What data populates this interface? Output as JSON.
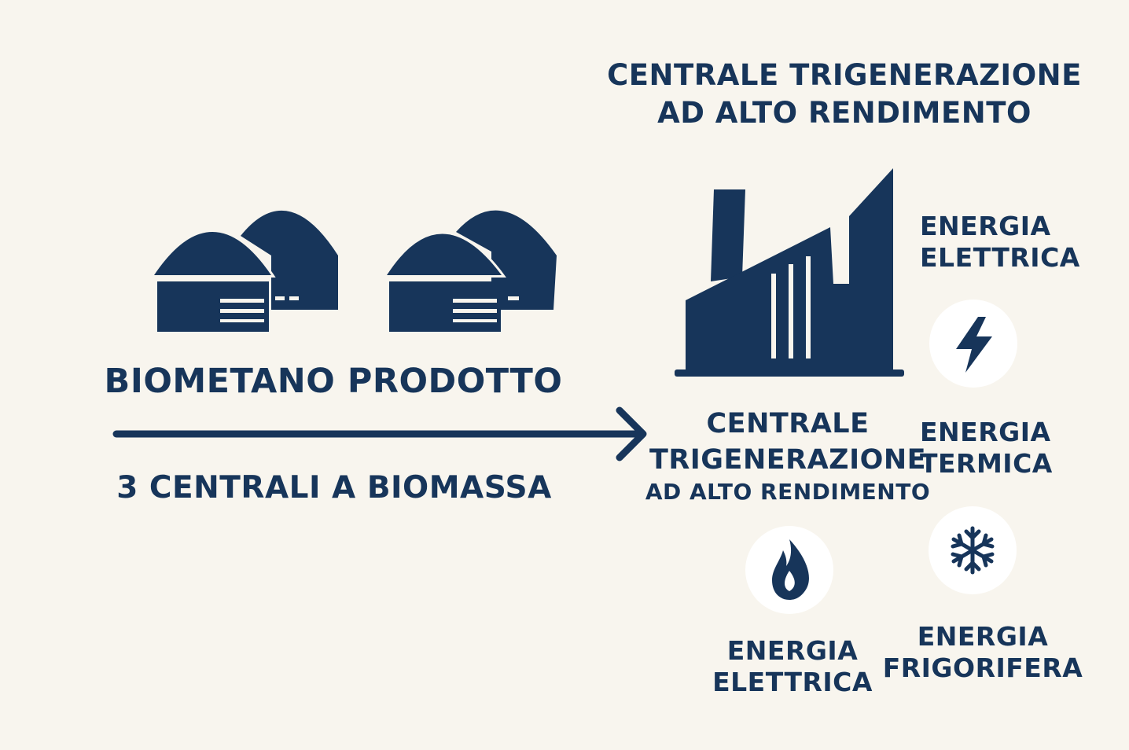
{
  "header": {
    "title_line1": "CENTRALE TRIGENERAZIONE",
    "title_line2": "AD ALTO RENDIMENTO"
  },
  "left": {
    "main_label": "BIOMETANO PRODOTTO",
    "arrow_label": "3 CENTRALI A BIOMASSA"
  },
  "plant": {
    "label_line1": "CENTRALE",
    "label_line2": "TRIGENERAZIONE",
    "label_line3": "AD ALTO RENDIMENTO"
  },
  "outputs": {
    "top_right": {
      "line1": "ENERGIA",
      "line2": "ELETTRICA",
      "icon": "lightning-icon"
    },
    "middle_right": {
      "line1": "ENERGIA",
      "line2": "TERMICA"
    },
    "bottom_left": {
      "line1": "ENERGIA",
      "line2": "ELETTRICA",
      "icon": "flame-icon"
    },
    "bottom_right": {
      "line1": "ENERGIA",
      "line2": "FRIGORIFERA",
      "icon": "snowflake-icon"
    }
  },
  "colors": {
    "primary": "#17355a",
    "background": "#f8f5ee",
    "icon_circle": "#ffffff"
  }
}
